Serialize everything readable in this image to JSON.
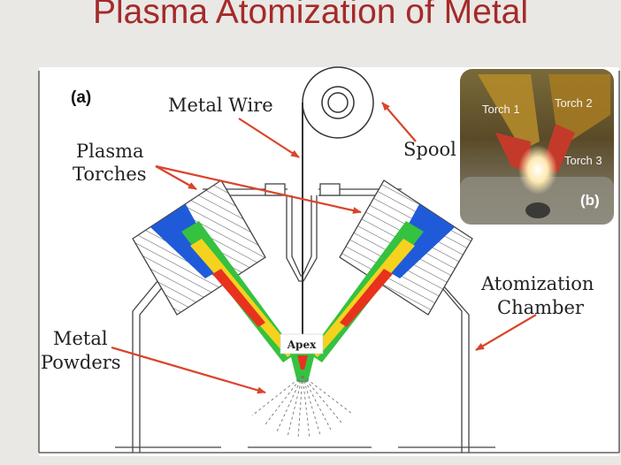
{
  "slide": {
    "title": "Plasma Atomization of Metal"
  },
  "diagram": {
    "panel_a_label": "(a)",
    "labels": {
      "metal_wire": "Metal Wire",
      "spool": "Spool",
      "plasma_torches_line1": "Plasma",
      "plasma_torches_line2": "Torches",
      "atomization_chamber_line1": "Atomization",
      "atomization_chamber_line2": "Chamber",
      "metal_powders_line1": "Metal",
      "metal_powders_line2": "Powders",
      "apex": "Apex"
    },
    "photo": {
      "panel_b_label": "(b)",
      "torch1": "Torch 1",
      "torch2": "Torch 2",
      "torch3": "Torch 3"
    },
    "colors": {
      "title": "#a52a2a",
      "arrow": "#d9442b",
      "plasma_core": "#e8321e",
      "plasma_mid": "#f5d21e",
      "plasma_outer": "#35c240",
      "nozzle": "#1f5bd8"
    }
  }
}
